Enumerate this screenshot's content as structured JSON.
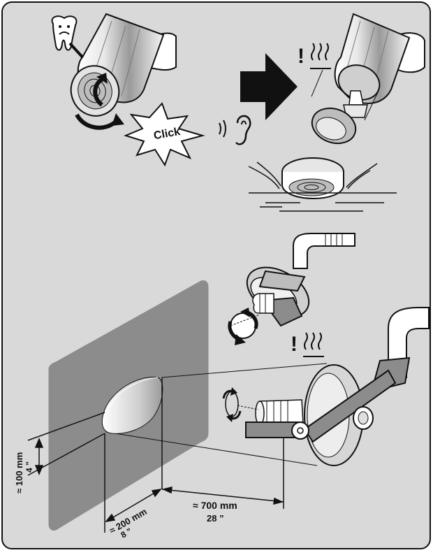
{
  "labels": {
    "click": "Click",
    "warn": "!",
    "dim_height_mm": "≈ 100 mm",
    "dim_height_in": "4 ”",
    "dim_width_mm": "≈ 200 mm",
    "dim_width_in": "8 ”",
    "dim_distance_mm": "≈ 700 mm",
    "dim_distance_in": "28 ”"
  },
  "colors": {
    "panel": "#d9d9d9",
    "line": "#111111",
    "light_field": "#8c8c8c",
    "white": "#ffffff"
  },
  "icons": [
    "sad-tooth-icon",
    "ear-icon",
    "heat-icon",
    "big-arrow-icon",
    "rotate-arrow-icon"
  ]
}
